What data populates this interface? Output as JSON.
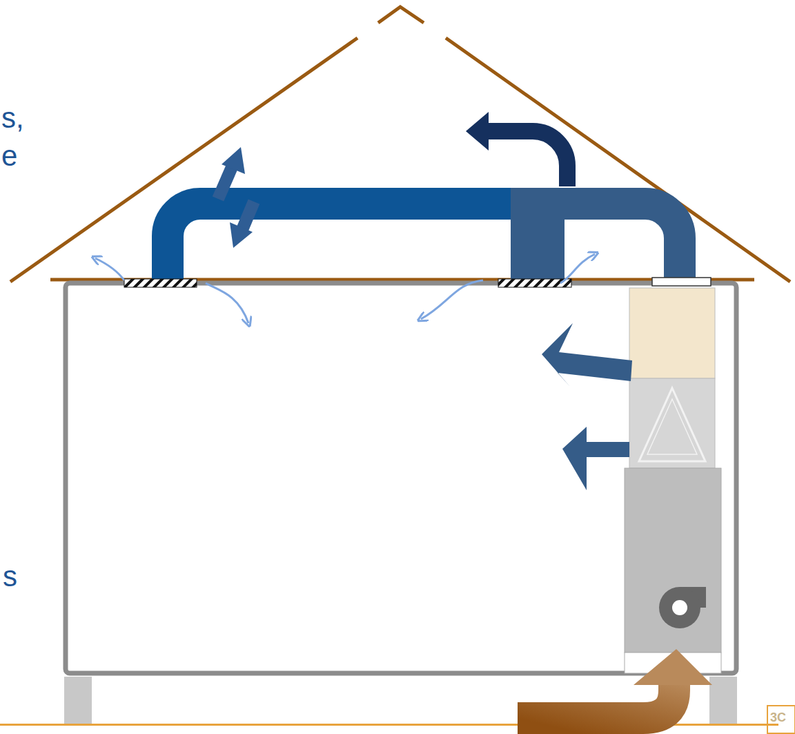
{
  "diagram": {
    "labels": [
      "s,",
      "e",
      "s",
      "3C"
    ]
  }
}
